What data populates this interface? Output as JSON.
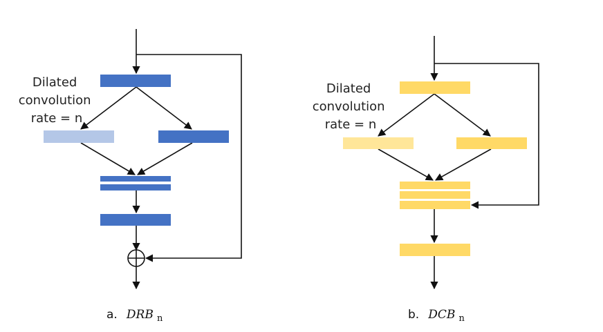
{
  "colors": {
    "drb_block": "#4472c4",
    "drb_dilated": "#b4c7e7",
    "dcb_block": "#ffd966",
    "dcb_dilated": "#ffe699",
    "line": "#111111"
  },
  "left": {
    "label_lines": [
      "Dilated",
      "convolution",
      "rate = n"
    ],
    "caption_prefix": "a.",
    "caption_name": "DRB",
    "caption_sub": "n"
  },
  "right": {
    "label_lines": [
      "Dilated",
      "convolution",
      "rate = n"
    ],
    "caption_prefix": "b.",
    "caption_name": "DCB",
    "caption_sub": "n"
  }
}
